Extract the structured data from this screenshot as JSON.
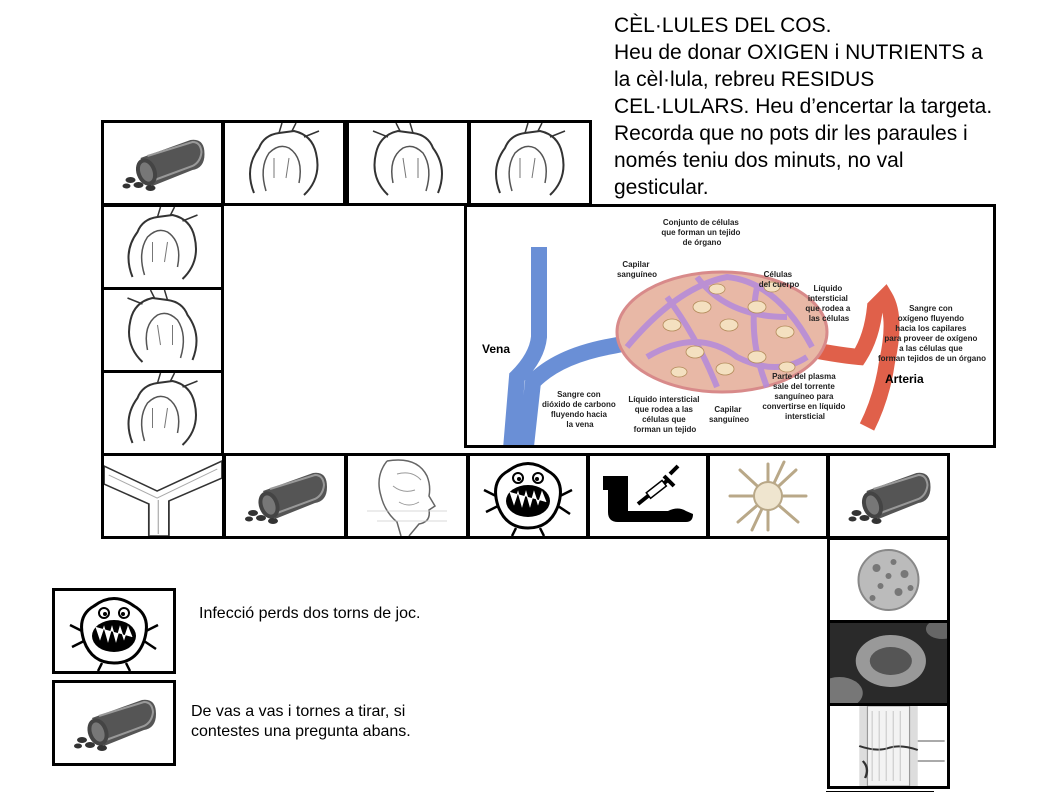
{
  "instructions": {
    "lines": [
      "CÈL·LULES DEL COS.",
      "Heu de donar OXIGEN i NUTRIENTS a",
      "la cèl·lula, rebreu RESIDUS",
      "CEL·LULARS. Heu d’encertar la targeta.",
      "Recorda que no pots dir les paraules i",
      "només teniu dos minuts, no val",
      "gesticular."
    ]
  },
  "diagram": {
    "top_caption": [
      "Conjunto de células",
      "que forman un tejido",
      "de órgano"
    ],
    "capilar_top": [
      "Capilar",
      "sanguíneo"
    ],
    "celulas": [
      "Células",
      "del cuerpo"
    ],
    "liquido_top": [
      "Líquido",
      "intersticial",
      "que rodea a",
      "las células"
    ],
    "sangre_oxigeno": [
      "Sangre con",
      "oxígeno fluyendo",
      "hacia los capilares",
      "para proveer de oxígeno",
      "a las células que",
      "forman tejidos de un órgano"
    ],
    "vena": "Vena",
    "arteria": "Arteria",
    "sangre_dioxido": [
      "Sangre con",
      "dióxido de carbono",
      "fluyendo hacia",
      "la vena"
    ],
    "liquido_bottom": [
      "Líquido intersticial",
      "que rodea a las",
      "células que",
      "forman un tejido"
    ],
    "capilar_bottom": [
      "Capilar",
      "sanguíneo"
    ],
    "plasma": [
      "Parte del plasma",
      "sale del torrente",
      "sanguíneo para",
      "convertirse en líquido",
      "intersticial"
    ]
  },
  "legend": {
    "infection": "Infecció perds dos torns de joc.",
    "vessel_lines": [
      "De vas a vas i tornes a tirar, si",
      "contestes una pregunta abans."
    ]
  },
  "colors": {
    "vein": "#6a8fd6",
    "artery": "#e0604a",
    "tissue": "#e8b8a6",
    "cells": "#f4e0c0"
  }
}
